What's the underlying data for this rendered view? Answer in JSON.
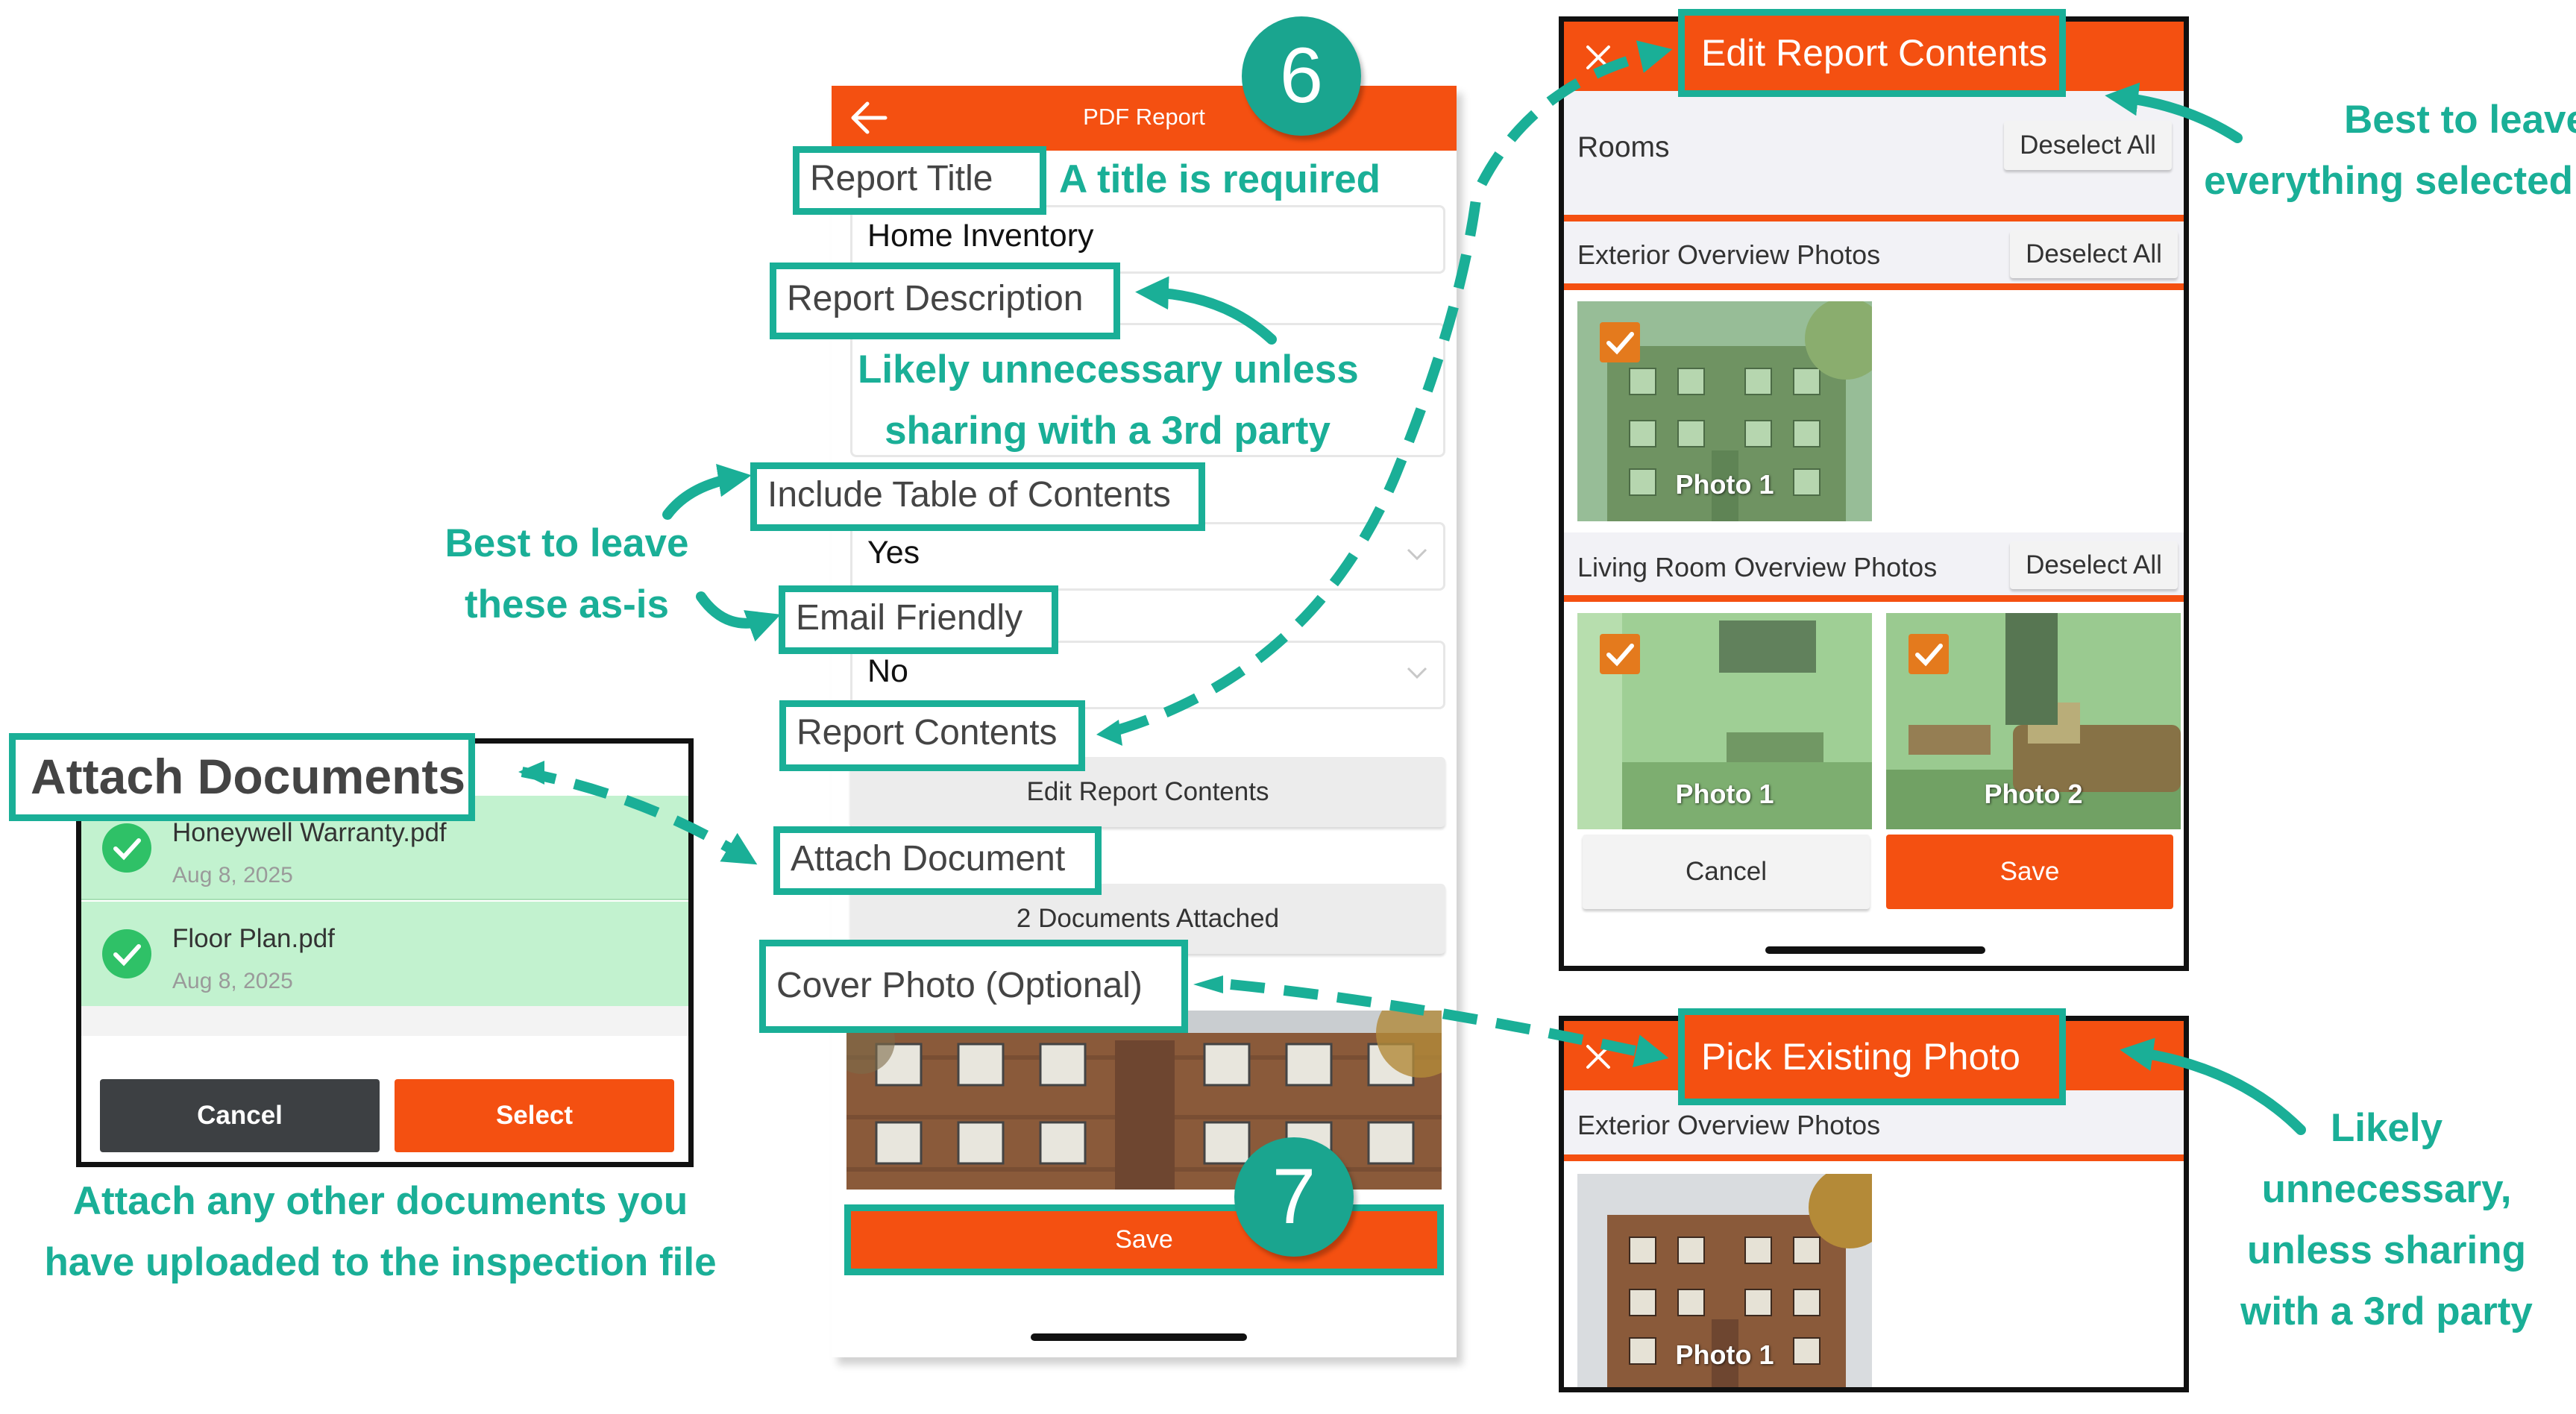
{
  "main_phone": {
    "title": "PDF Report",
    "report_title_label": "Report Title",
    "report_title_value": "Home Inventory",
    "report_description_label": "Report Description",
    "toc_label": "Include Table of Contents",
    "toc_value": "Yes",
    "email_friendly_label": "Email Friendly",
    "email_friendly_value": "No",
    "report_contents_label": "Report Contents",
    "edit_report_contents_button": "Edit Report Contents",
    "attach_document_label": "Attach Document",
    "documents_attached_button": "2 Documents Attached",
    "cover_photo_label": "Cover Photo (Optional)",
    "save_button": "Save"
  },
  "badges": {
    "step6": "6",
    "step7": "7"
  },
  "annotations": {
    "title_required": "A title is required",
    "description_note_1": "Likely unnecessary unless",
    "description_note_2": "sharing with a 3rd party",
    "leave_asis_1": "Best to leave",
    "leave_asis_2": "these as-is",
    "leave_selected_1": "Best to leave",
    "leave_selected_2": "everything selected",
    "attach_note_1": "Attach any other documents you",
    "attach_note_2": "have uploaded to the inspection file",
    "cover_note_1": "Likely",
    "cover_note_2": "unnecessary,",
    "cover_note_3": "unless sharing",
    "cover_note_4": "with a 3rd party"
  },
  "edit_contents_panel": {
    "title": "Edit Report Contents",
    "rooms_label": "Rooms",
    "rooms_deselect": "Deselect All",
    "sections": [
      {
        "title": "Exterior Overview Photos",
        "deselect": "Deselect All",
        "photos": [
          "Photo 1"
        ]
      },
      {
        "title": "Living Room Overview Photos",
        "deselect": "Deselect All",
        "photos": [
          "Photo 1",
          "Photo 2"
        ]
      }
    ],
    "cancel_button": "Cancel",
    "save_button": "Save"
  },
  "pick_photo_panel": {
    "title": "Pick Existing Photo",
    "section_title": "Exterior Overview Photos",
    "photo_caption": "Photo 1"
  },
  "attach_docs_panel": {
    "title": "Attach Documents",
    "documents": [
      {
        "name": "Honeywell Warranty.pdf",
        "date": "Aug 8, 2025"
      },
      {
        "name": "Floor Plan.pdf",
        "date": "Aug 8, 2025"
      }
    ],
    "cancel_button": "Cancel",
    "select_button": "Select"
  },
  "colors": {
    "accent_orange": "#f45011",
    "annotation_teal": "#1aaf97",
    "selected_green": "#c2f2cf"
  }
}
